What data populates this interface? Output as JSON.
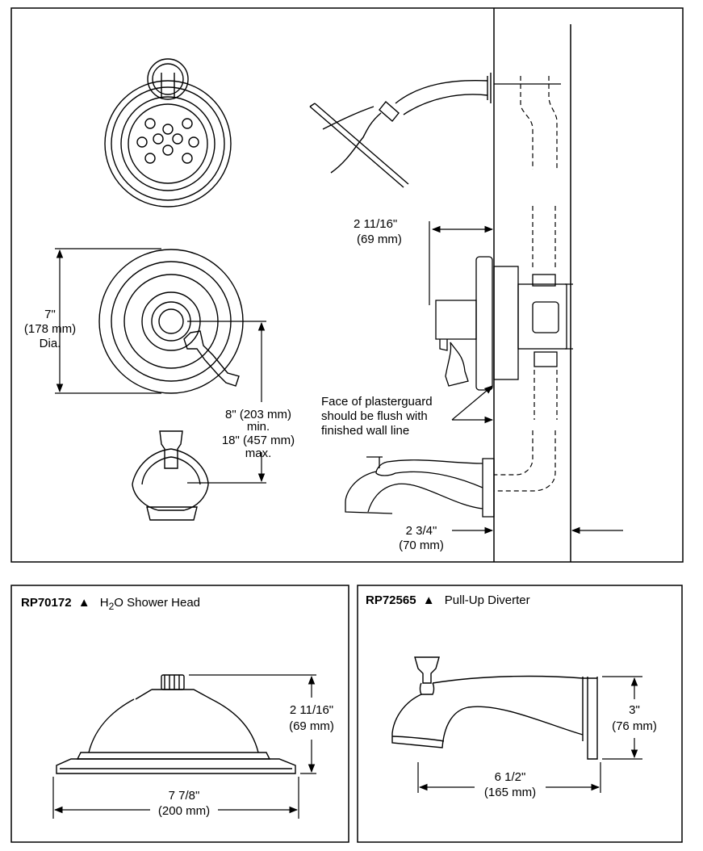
{
  "main_diagram": {
    "dim_depth_top": [
      "2 11/16\"",
      "(69 mm)"
    ],
    "dim_trim_dia": [
      "7\"",
      "(178 mm)",
      "Dia."
    ],
    "dim_spacing": [
      "8\" (203 mm)",
      "min.",
      "18\" (457 mm)",
      "max."
    ],
    "plasterguard_note": [
      "Face of plasterguard",
      "should be flush with",
      "finished wall line"
    ],
    "dim_spout_depth": [
      "2 3/4\"",
      "(70 mm)"
    ]
  },
  "shower_head_panel": {
    "part_number": "RP70172",
    "marker": "▲",
    "title_prefix": "H",
    "title_sub": "2",
    "title_suffix": "O Shower Head",
    "dim_height": [
      "2 11/16\"",
      "(69 mm)"
    ],
    "dim_width": [
      "7 7/8\"",
      "(200 mm)"
    ]
  },
  "diverter_panel": {
    "part_number": "RP72565",
    "marker": "▲",
    "title": "Pull-Up Diverter",
    "dim_height": [
      "3\"",
      "(76 mm)"
    ],
    "dim_width": [
      "6 1/2\"",
      "(165 mm)"
    ]
  }
}
